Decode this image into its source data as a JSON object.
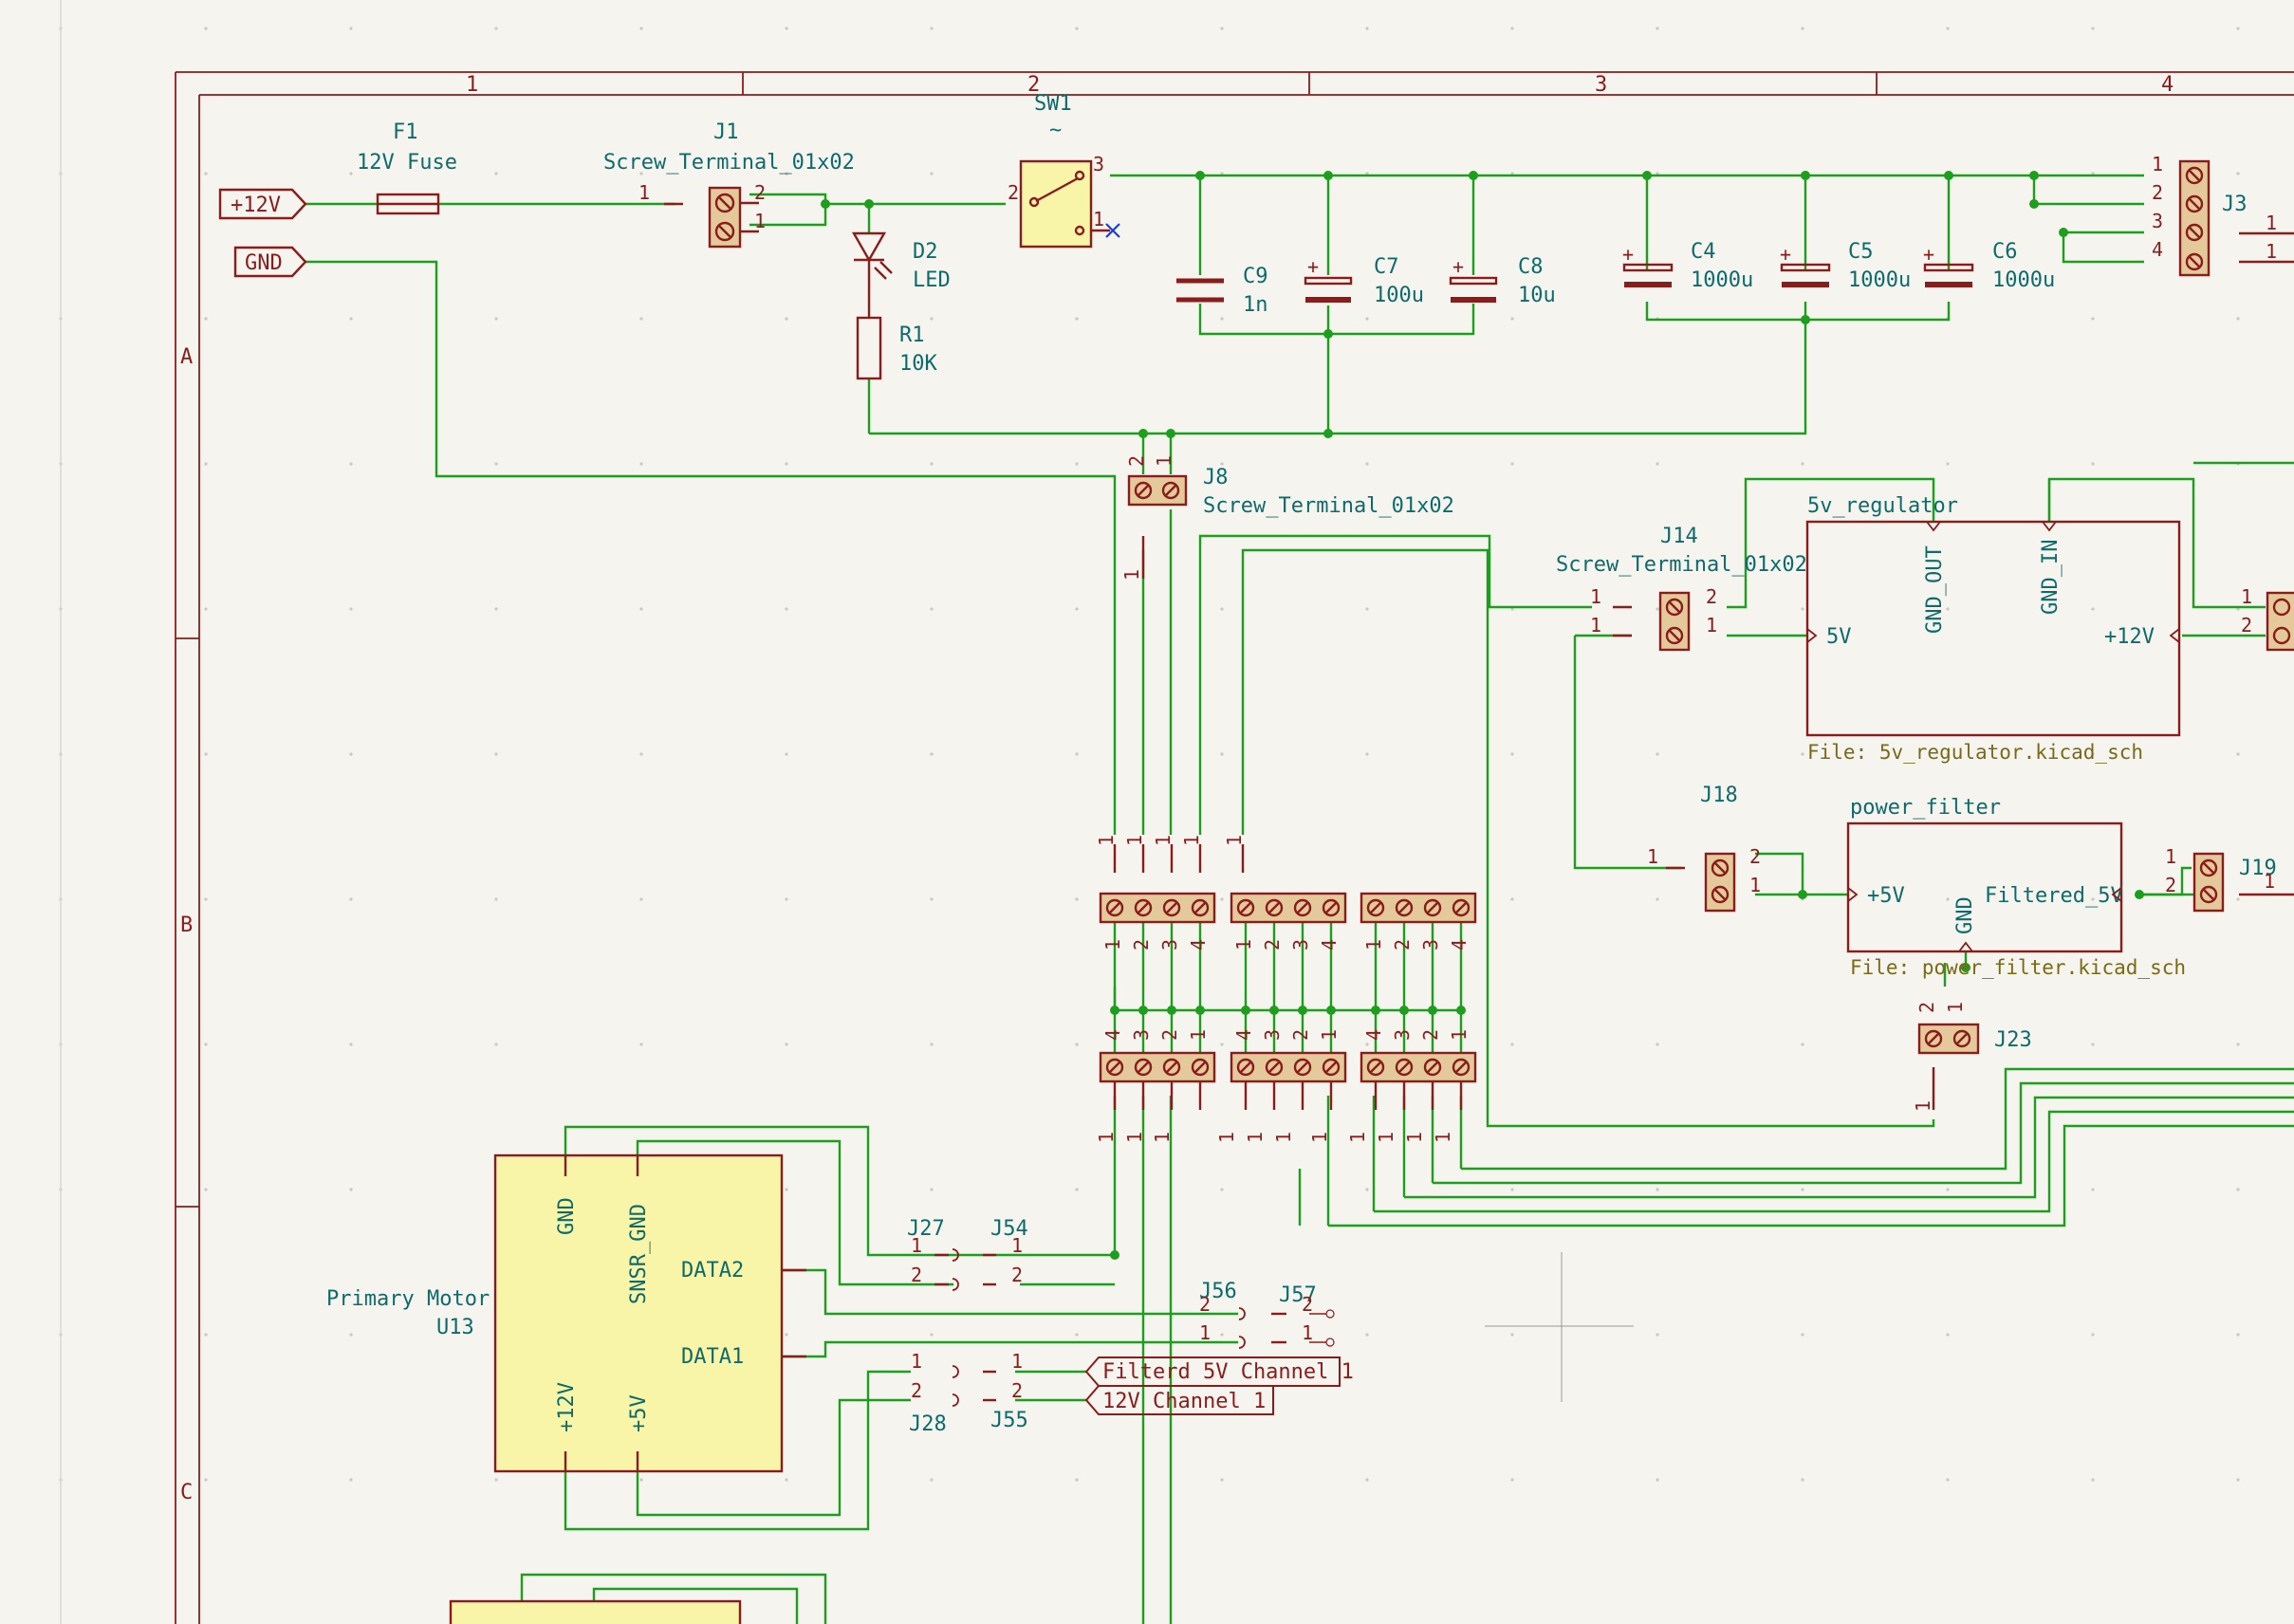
{
  "border": {
    "columns": [
      "1",
      "2",
      "3",
      "4"
    ],
    "rows": [
      "A",
      "B",
      "C"
    ]
  },
  "labels": {
    "plus12v": "+12V",
    "gnd": "GND",
    "filtered_5v_ch1": "Filterd 5V Channel 1",
    "ch12v_1": "12V Channel 1"
  },
  "parts": {
    "f1_ref": "F1",
    "f1_val": "12V Fuse",
    "j1_ref": "J1",
    "j1_val": "Screw_Terminal_01x02",
    "sw1_ref": "SW1",
    "sw1_val": "~",
    "d2_ref": "D2",
    "d2_val": "LED",
    "r1_ref": "R1",
    "r1_val": "10K",
    "c9_ref": "C9",
    "c9_val": "1n",
    "c7_ref": "C7",
    "c7_val": "100u",
    "c8_ref": "C8",
    "c8_val": "10u",
    "c4_ref": "C4",
    "c4_val": "1000u",
    "c5_ref": "C5",
    "c5_val": "1000u",
    "c6_ref": "C6",
    "c6_val": "1000u",
    "j3_ref": "J3",
    "j8_ref": "J8",
    "j8_val": "Screw_Terminal_01x02",
    "j14_ref": "J14",
    "j14_val": "Screw_Terminal_01x02",
    "j18_ref": "J18",
    "j23_ref": "J23",
    "j19_ref": "J19",
    "j27_ref": "J27",
    "j54_ref": "J54",
    "j28_ref": "J28",
    "j55_ref": "J55",
    "j56_ref": "J56",
    "j57_ref": "J57",
    "u13_val": "Primary Motor",
    "u13_ref": "U13"
  },
  "u13_pins": {
    "gnd": "GND",
    "snsr_gnd": "SNSR_GND",
    "data2": "DATA2",
    "data1": "DATA1",
    "p12v": "+12V",
    "p5v": "+5V"
  },
  "sheets": {
    "reg_name": "5v_regulator",
    "reg_file": "File: 5v_regulator.kicad_sch",
    "reg_pin_5v": "5V",
    "reg_pin_12v": "+12V",
    "reg_pin_gndout": "GND_OUT",
    "reg_pin_gndin": "GND_IN",
    "pf_name": "power_filter",
    "pf_file": "File: power_filter.kicad_sch",
    "pf_pin_5v": "+5V",
    "pf_pin_out": "Filtered_5V",
    "pf_pin_gnd": "GND"
  },
  "colors": {
    "wire": "#1e9e1e",
    "symbol": "#8b1c1c",
    "symbol_fill": "#f8f5a8",
    "text": "#0f6b6b",
    "background": "#f5f4ef"
  }
}
